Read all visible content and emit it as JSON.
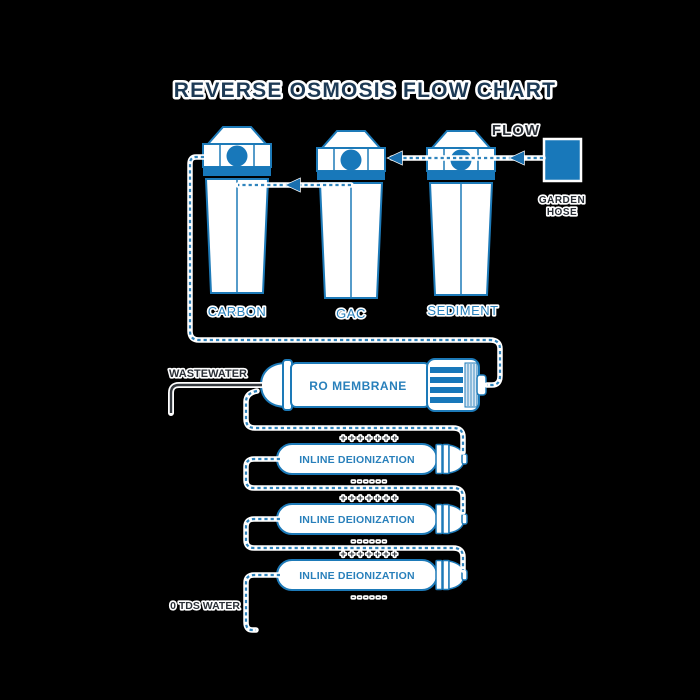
{
  "title": "REVERSE OSMOSIS FLOW CHART",
  "source": {
    "flow_label": "FLOW",
    "hose_label_line1": "GARDEN",
    "hose_label_line2": "HOSE"
  },
  "filters": [
    {
      "label": "CARBON"
    },
    {
      "label": "GAC"
    },
    {
      "label": "SEDIMENT"
    }
  ],
  "membrane": {
    "label": "RO MEMBRANE"
  },
  "wastewater": {
    "label": "WASTEWATER"
  },
  "di_units": [
    {
      "label": "INLINE DEIONIZATION",
      "plus_marks": "+ + + + + + +",
      "minus_marks": "- - - - - -"
    },
    {
      "label": "INLINE DEIONIZATION",
      "plus_marks": "+ + + + + + +",
      "minus_marks": "- - - - - -"
    },
    {
      "label": "INLINE DEIONIZATION",
      "plus_marks": "+ + + + + + +",
      "minus_marks": "- - - - - -"
    }
  ],
  "output": {
    "label": "0 TDS WATER"
  },
  "colors": {
    "line_blue": "#2f84bd",
    "outline_blue": "#1d7ab8",
    "solid_blue": "#1878ba",
    "label_blue": "#2980bb",
    "dark_text": "#2a2f36",
    "title_navy": "#1d3a55"
  }
}
